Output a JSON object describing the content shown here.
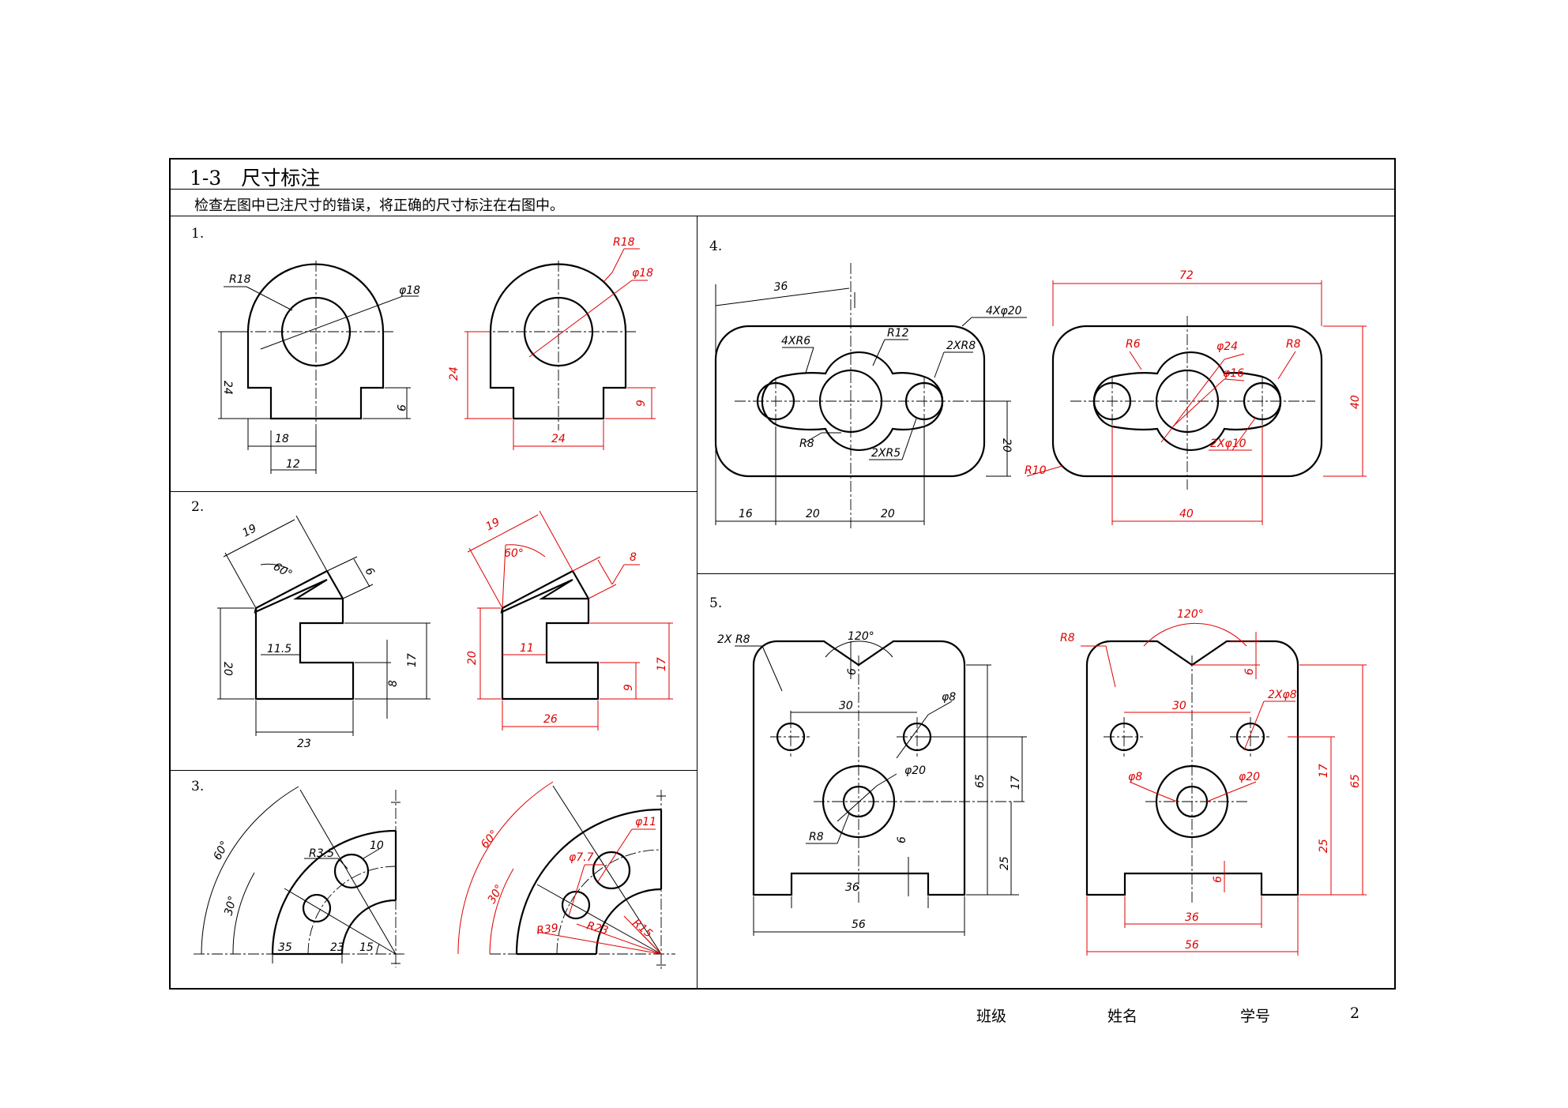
{
  "header": {
    "title": "1-3　尺寸标注",
    "instruction": "检查左图中已注尺寸的错误，将正确的尺寸标注在右图中。"
  },
  "problems": [
    {
      "num": "1."
    },
    {
      "num": "2."
    },
    {
      "num": "3."
    },
    {
      "num": "4."
    },
    {
      "num": "5."
    }
  ],
  "dims": {
    "p1": {
      "l_r": "R18",
      "l_phi": "φ18",
      "l_24": "24",
      "l_9": "9",
      "l_18": "18",
      "l_12": "12",
      "r_r": "R18",
      "r_phi": "φ18",
      "r_24": "24",
      "r_9": "9",
      "r_w": "24"
    },
    "p2": {
      "l_19": "19",
      "l_60": "60°",
      "l_6": "6",
      "l_20": "20",
      "l_115": "11.5",
      "l_17": "17",
      "l_8": "8",
      "l_23": "23",
      "r_19": "19",
      "r_60": "60°",
      "r_8": "8",
      "r_20": "20",
      "r_11": "11",
      "r_17": "17",
      "r_9": "9",
      "r_26": "26"
    },
    "p3": {
      "l_60": "60°",
      "l_30": "30°",
      "l_r35": "R3.5",
      "l_10": "10",
      "l_35": "35",
      "l_23": "23",
      "l_15": "15",
      "r_60": "60°",
      "r_30": "30°",
      "r_phi11": "φ11",
      "r_phi77": "φ7.7",
      "r_r39": "R39",
      "r_r23": "R23",
      "r_r15": "R15"
    },
    "p4": {
      "l_36": "36",
      "l_4phi20": "4Xφ20",
      "l_4r6": "4XR6",
      "l_r12": "R12",
      "l_2r8": "2XR8",
      "l_r8": "R8",
      "l_2r5": "2XR5",
      "l_20": "20",
      "l_16": "16",
      "l_20a": "20",
      "l_20b": "20",
      "r_72": "72",
      "r_r6": "R6",
      "r_phi24": "φ24",
      "r_r8": "R8",
      "r_phi16": "φ16",
      "r_2phi10": "2Xφ10",
      "r_40": "40",
      "r_r10": "R10",
      "r_40b": "40"
    },
    "p5": {
      "l_2r8": "2X R8",
      "l_120": "120°",
      "l_6": "6",
      "l_30": "30",
      "l_phi8": "φ8",
      "l_phi20": "φ20",
      "l_r8": "R8",
      "l_65": "65",
      "l_17": "17",
      "l_25": "25",
      "l_6b": "6",
      "l_36": "36",
      "l_56": "56",
      "r_r8": "R8",
      "r_120": "120°",
      "r_6": "6",
      "r_2phi8": "2Xφ8",
      "r_30": "30",
      "r_phi8": "φ8",
      "r_phi20": "φ20",
      "r_17": "17",
      "r_65": "65",
      "r_25": "25",
      "r_6b": "6",
      "r_36": "36",
      "r_56": "56"
    }
  },
  "footer": {
    "class_label": "班级",
    "name_label": "姓名",
    "id_label": "学号",
    "page": "2"
  }
}
